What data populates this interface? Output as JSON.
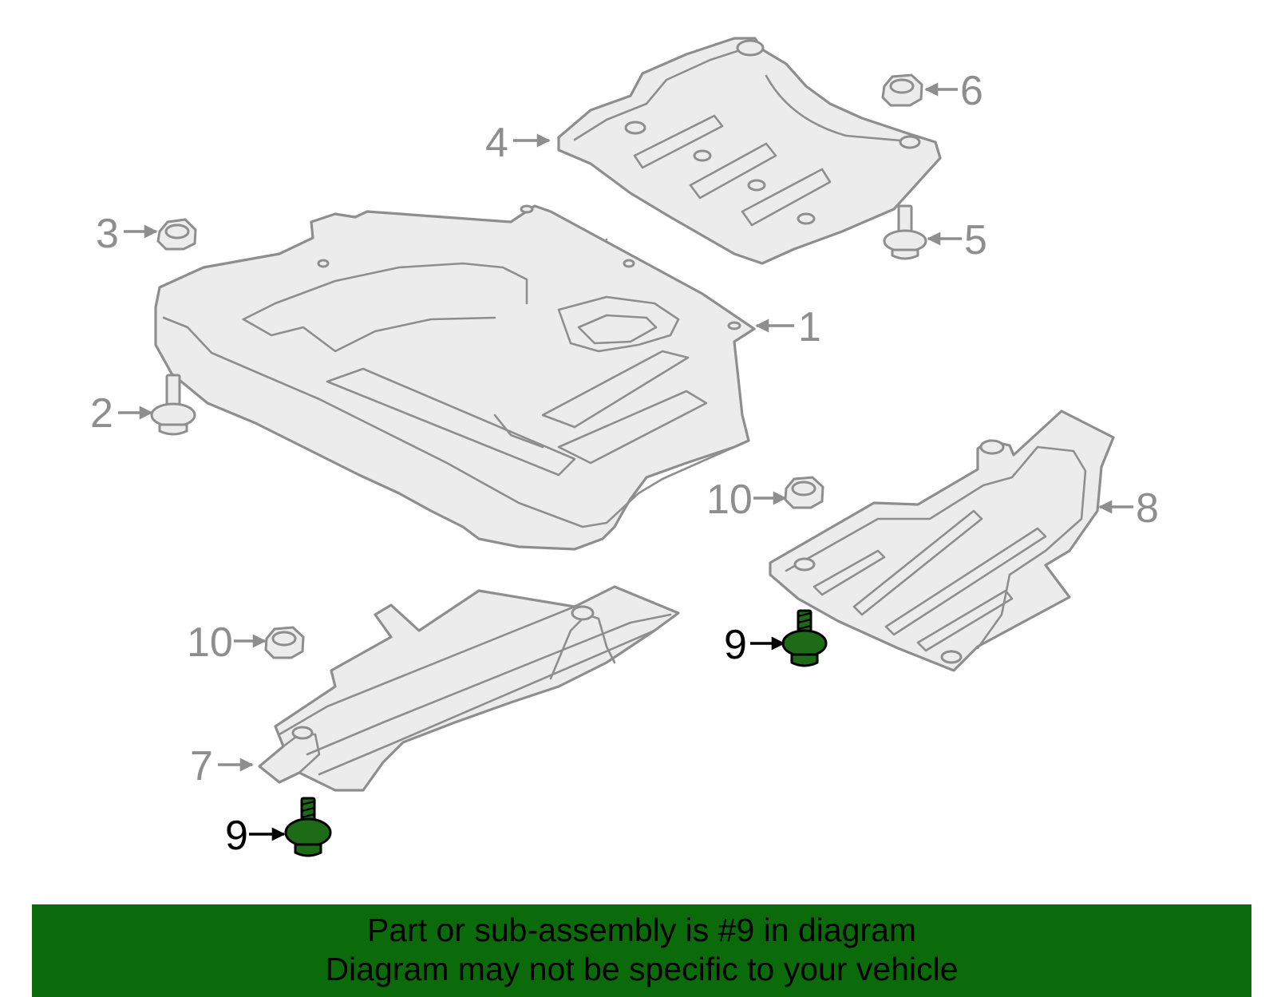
{
  "diagram": {
    "callouts": [
      {
        "id": "1",
        "label": "1",
        "highlight": false
      },
      {
        "id": "2",
        "label": "2",
        "highlight": false
      },
      {
        "id": "3",
        "label": "3",
        "highlight": false
      },
      {
        "id": "4",
        "label": "4",
        "highlight": false
      },
      {
        "id": "5",
        "label": "5",
        "highlight": false
      },
      {
        "id": "6",
        "label": "6",
        "highlight": false
      },
      {
        "id": "7",
        "label": "7",
        "highlight": false
      },
      {
        "id": "8",
        "label": "8",
        "highlight": false
      },
      {
        "id": "9a",
        "label": "9",
        "highlight": true
      },
      {
        "id": "9b",
        "label": "9",
        "highlight": true
      },
      {
        "id": "10a",
        "label": "10",
        "highlight": false
      },
      {
        "id": "10b",
        "label": "10",
        "highlight": false
      }
    ],
    "colors": {
      "part_outline": "#8e8e8e",
      "part_fill": "#ececec",
      "highlight_fill": "#1e6b17",
      "banner_background": "#0b6b0b"
    }
  },
  "banner": {
    "line1": "Part or sub-assembly is #9 in diagram",
    "line2": "Diagram may not be specific to your vehicle"
  }
}
